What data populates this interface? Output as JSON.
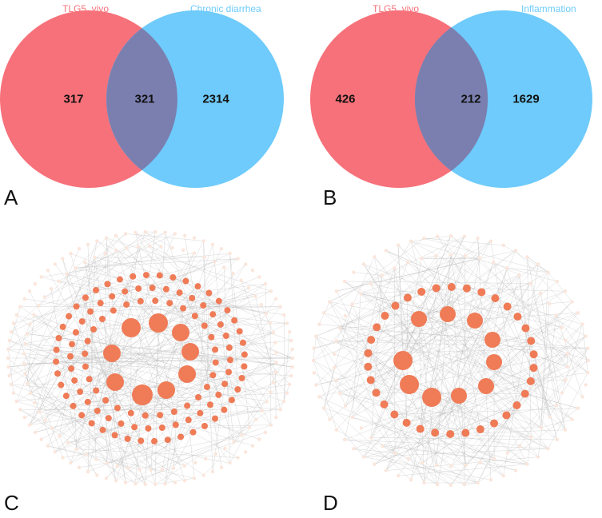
{
  "panels": {
    "A": {
      "letter": "A",
      "left_label": "TLG5_vivo",
      "right_label": "Chronic diarrhea",
      "left_only": "317",
      "overlap": "321",
      "right_only": "2314"
    },
    "B": {
      "letter": "B",
      "left_label": "TLG5_vivo",
      "right_label": "Inflammation",
      "left_only": "426",
      "overlap": "212",
      "right_only": "1629"
    },
    "C": {
      "letter": "C"
    },
    "D": {
      "letter": "D"
    }
  },
  "colors": {
    "left_set": "#f7717a",
    "right_set": "#6ecbfb",
    "overlap": "#7a7fb0",
    "left_label": "#f7717a",
    "right_label": "#6ecbfb",
    "node": "#ef7b57",
    "edge": "#b9b9b9"
  }
}
